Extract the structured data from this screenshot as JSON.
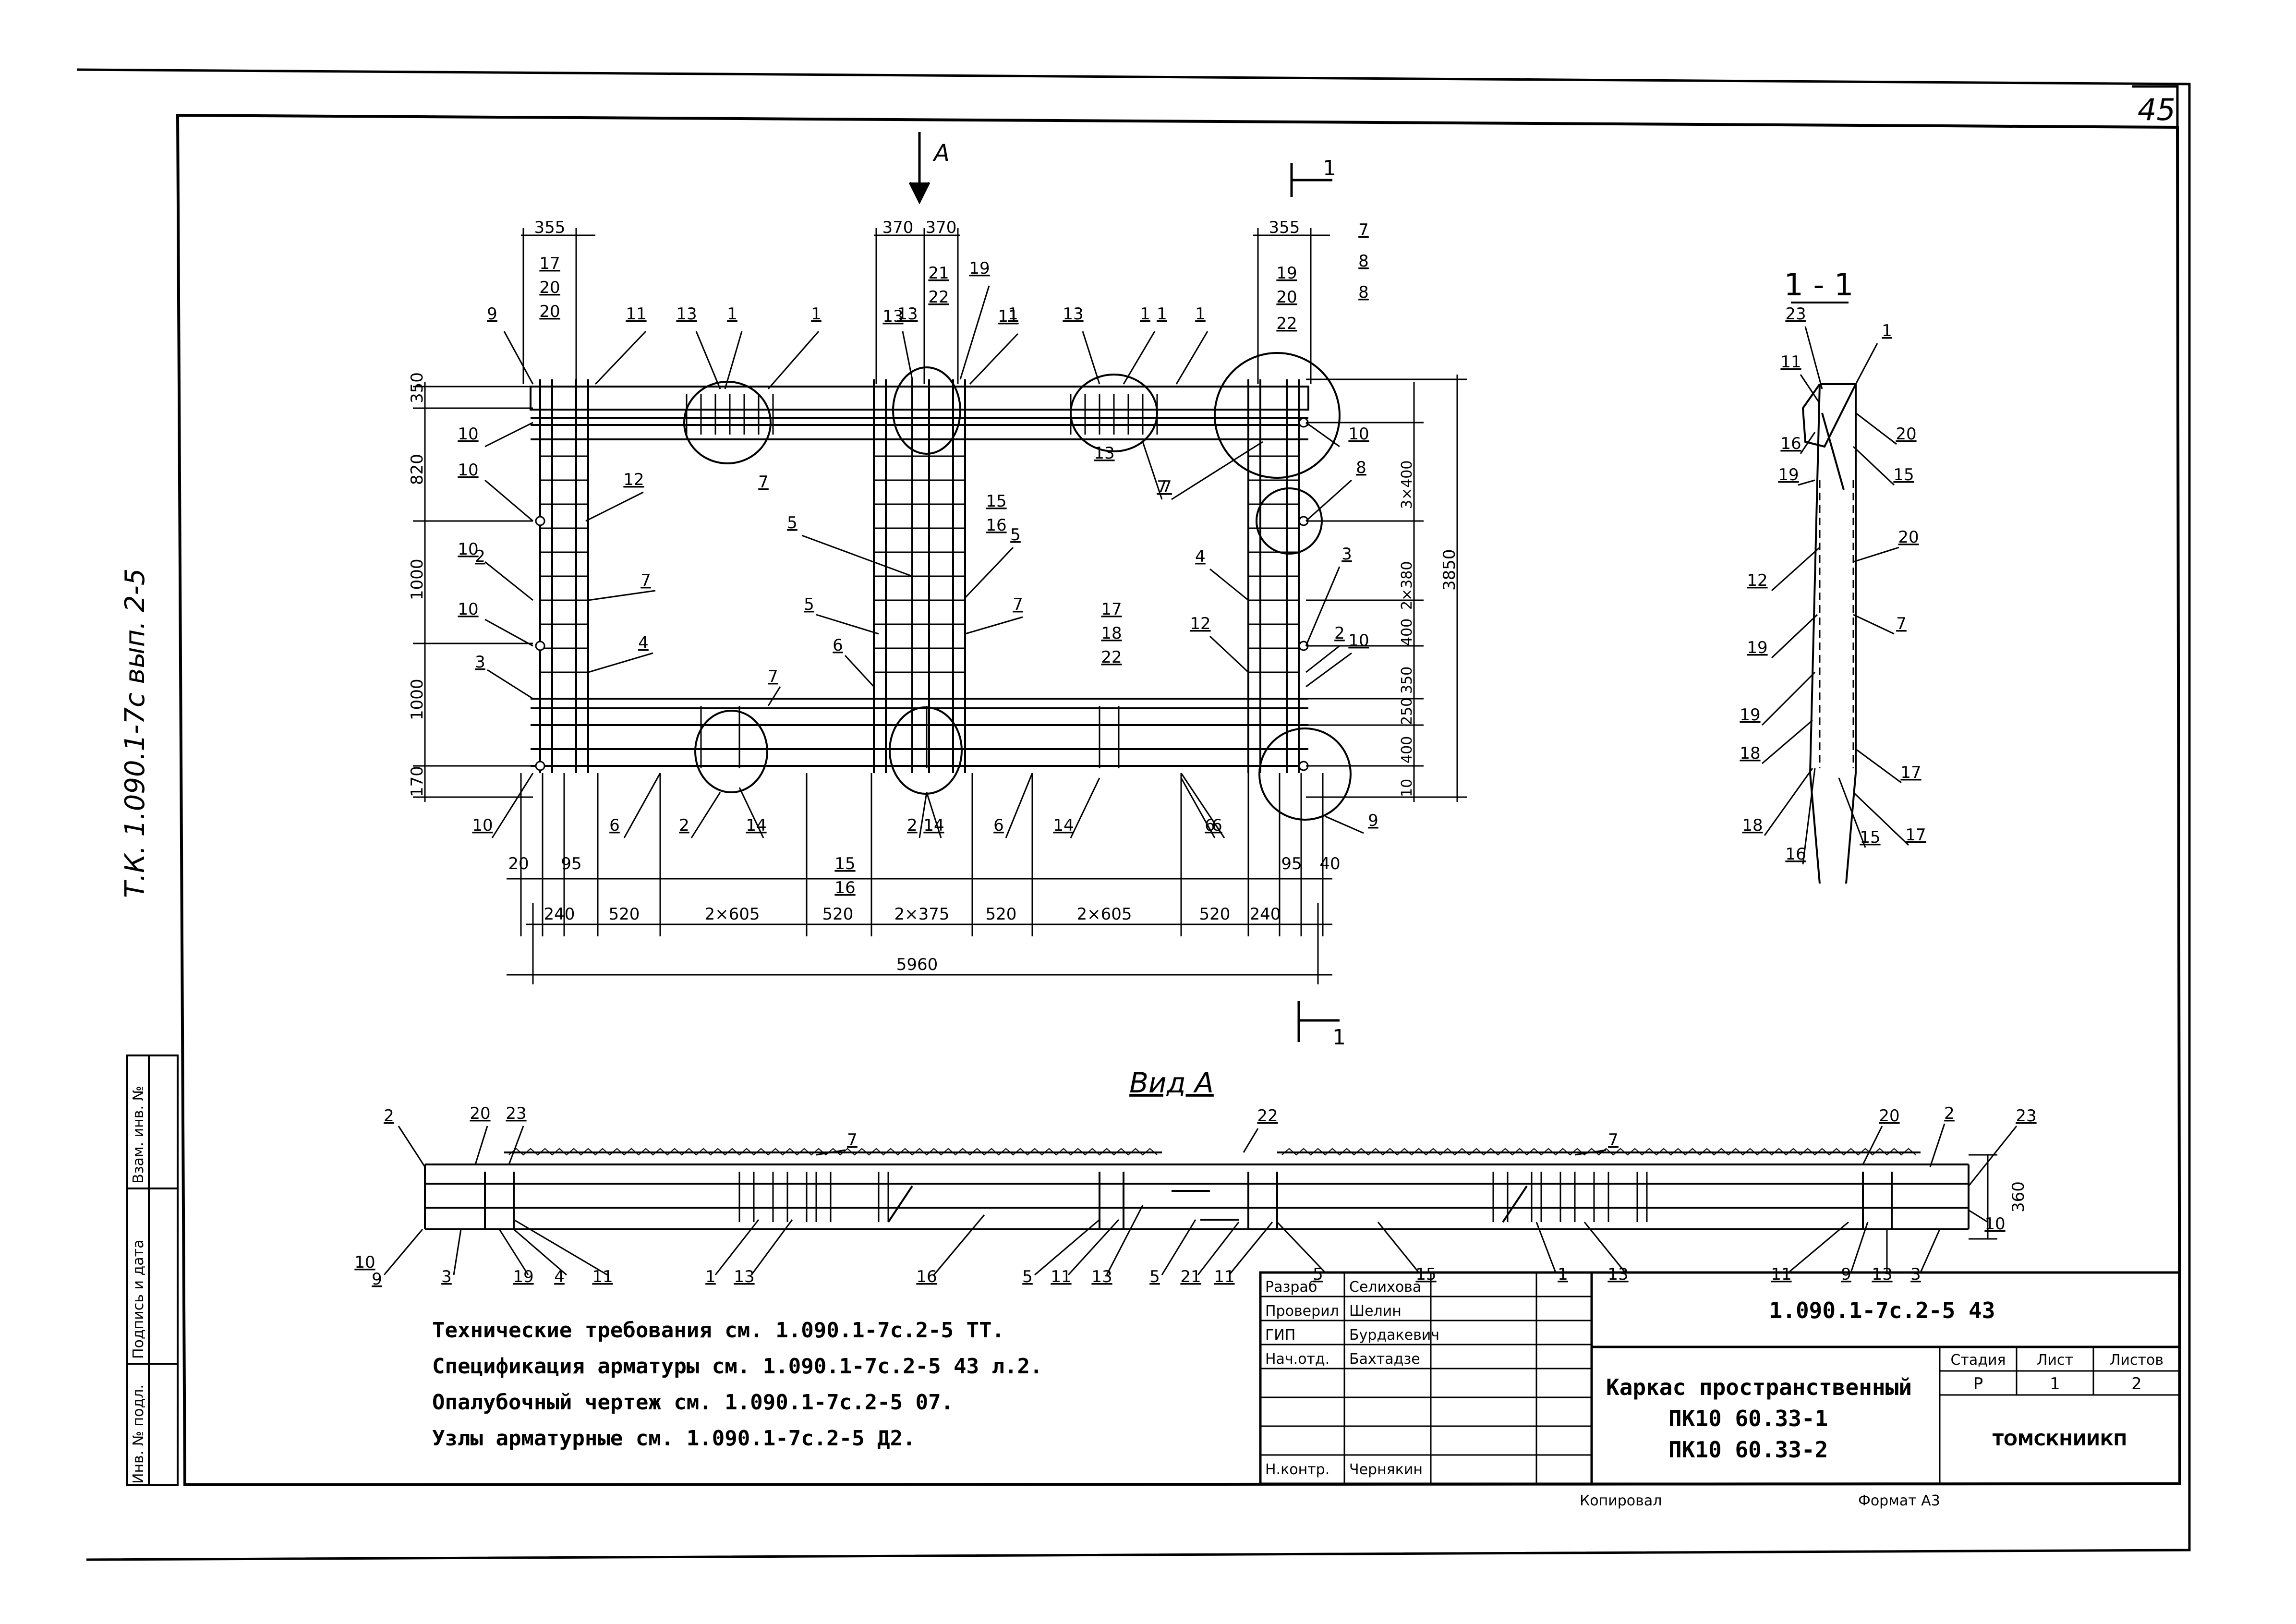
{
  "sheet": {
    "page_number": "45",
    "side_note": "Т.К. 1.090.1-7с вып. 2-5",
    "view_a_label": "Вид А",
    "section_label": "1 - 1",
    "section_cut_label": "1",
    "arrow_a_label": "А",
    "format": "Формат А3",
    "copied": "Копировал"
  },
  "left_margin_stamp": [
    "Инв. № подл.",
    "Подпись и дата",
    "Взам. инв. №"
  ],
  "notes": [
    "Технические требования см. 1.090.1-7с.2-5 ТТ.",
    "Спецификация арматуры см. 1.090.1-7с.2-5 43 л.2.",
    "Опалубочный чертеж см. 1.090.1-7с.2-5 07.",
    "Узлы арматурные см. 1.090.1-7с.2-5 Д2."
  ],
  "title_block": {
    "document_code": "1.090.1-7с.2-5 43",
    "title_lines": [
      "Каркас пространственный",
      "ПК10 60.33-1",
      "ПК10 60.33-2"
    ],
    "organization": "ТОМСКНИИКП",
    "stage_header": "Стадия",
    "sheet_header": "Лист",
    "sheets_header": "Листов",
    "stage": "Р",
    "sheet": "1",
    "sheets": "2",
    "rows": [
      {
        "role": "Разраб",
        "name": "Селихова"
      },
      {
        "role": "Проверил",
        "name": "Шелин"
      },
      {
        "role": "ГИП",
        "name": "Бурдакевич"
      },
      {
        "role": "Нач.отд.",
        "name": "Бахтадзе"
      },
      {
        "role": "",
        "name": ""
      },
      {
        "role": "",
        "name": ""
      },
      {
        "role": "Н.контр.",
        "name": "Чернякин"
      }
    ]
  },
  "dims_bottom": [
    "20",
    "95",
    "240",
    "520",
    "2×605",
    "520",
    "2×375",
    "520",
    "2×605",
    "520",
    "240",
    "95",
    "40"
  ],
  "dim_total": "5960",
  "dims_left": [
    "350",
    "820",
    "1000",
    "1000",
    "170"
  ],
  "dims_right": [
    "3×400",
    "2×380",
    "400",
    "350",
    "250",
    "400",
    "10"
  ],
  "dim_height": "3850",
  "dims_top": [
    "355",
    "370",
    "370",
    "355"
  ],
  "dim_view_height": "360",
  "stack_labels": [
    "17",
    "20",
    "20",
    "21",
    "22",
    "19",
    "20",
    "22",
    "17",
    "18",
    "22",
    "15",
    "16",
    "15",
    "16",
    "7",
    "8",
    "8"
  ],
  "callouts_main": [
    "9",
    "11",
    "13",
    "1",
    "1",
    "13",
    "19",
    "11",
    "13",
    "1",
    "1",
    "10",
    "10",
    "12",
    "10",
    "2",
    "10",
    "7",
    "3",
    "4",
    "5",
    "5",
    "5",
    "6",
    "7",
    "7",
    "13",
    "1",
    "7",
    "7",
    "13",
    "1",
    "7",
    "10",
    "8",
    "4",
    "3",
    "12",
    "2",
    "10",
    "6",
    "2",
    "14",
    "2",
    "14",
    "6",
    "14",
    "6",
    "9",
    "10",
    "6"
  ],
  "callouts_view": [
    "2",
    "20",
    "23",
    "7",
    "22",
    "7",
    "20",
    "2",
    "23",
    "10",
    "9",
    "3",
    "19",
    "4",
    "11",
    "1",
    "13",
    "16",
    "5",
    "11",
    "13",
    "5",
    "21",
    "11",
    "5",
    "15",
    "1",
    "13",
    "11",
    "9",
    "13",
    "3",
    "10"
  ],
  "callouts_section": [
    "23",
    "1",
    "11",
    "20",
    "16",
    "15",
    "19",
    "12",
    "20",
    "7",
    "19",
    "19",
    "18",
    "17",
    "18",
    "15",
    "16",
    "17"
  ]
}
